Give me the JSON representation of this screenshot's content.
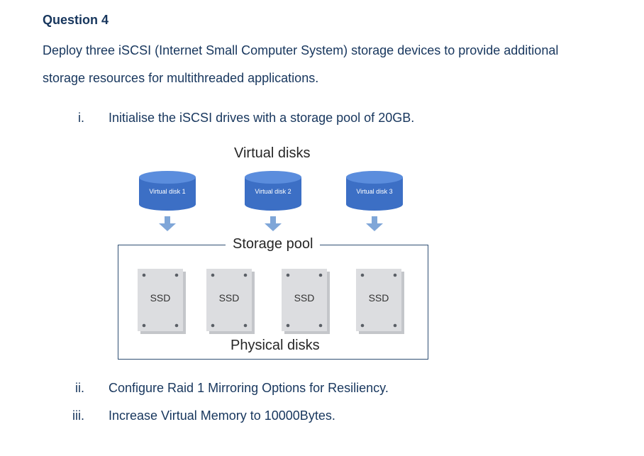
{
  "question": {
    "title": "Question 4",
    "intro_line1": "Deploy three iSCSI (Internet Small Computer System) storage devices to provide additional",
    "intro_line2": "storage resources for multithreaded applications."
  },
  "items": [
    {
      "number": "i.",
      "text": "Initialise the iSCSI drives with a storage pool of 20GB."
    },
    {
      "number": "ii.",
      "text": "Configure Raid 1 Mirroring Options for Resiliency."
    },
    {
      "number": "iii.",
      "text": "Increase Virtual Memory to 10000Bytes."
    }
  ],
  "diagram": {
    "virtual_disks_heading": "Virtual disks",
    "storage_pool_label": "Storage pool",
    "physical_disks_label": "Physical disks",
    "virtual_disks": [
      "Virtual disk 1",
      "Virtual disk 2",
      "Virtual disk 3"
    ],
    "ssds": [
      "SSD",
      "SSD",
      "SSD",
      "SSD"
    ],
    "colors": {
      "disk_fill": "#3c6fc5",
      "disk_top": "#5b8ddd",
      "arrow": "#7fa6d8",
      "ssd_fill": "#dcdde0",
      "pool_border": "#2f4f73"
    }
  }
}
